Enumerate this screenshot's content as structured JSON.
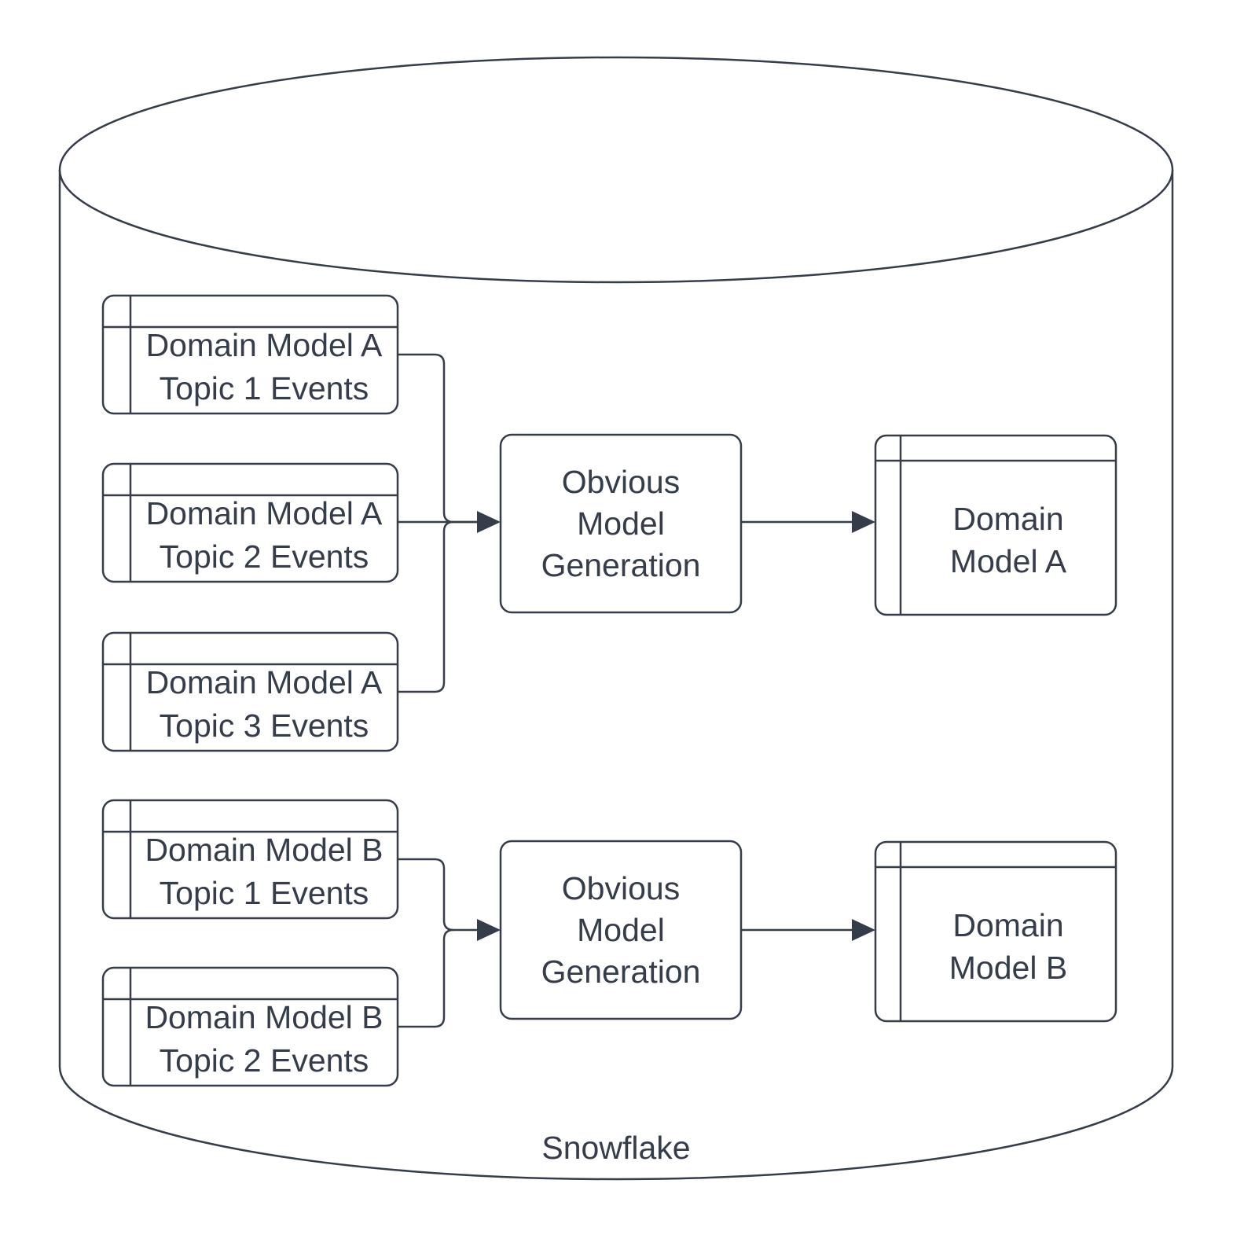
{
  "diagram": {
    "container_label": "Snowflake",
    "source_tables": [
      {
        "lines": [
          "Domain Model A",
          "Topic 1 Events"
        ]
      },
      {
        "lines": [
          "Domain Model A",
          "Topic 2 Events"
        ]
      },
      {
        "lines": [
          "Domain Model A",
          "Topic 3 Events"
        ]
      },
      {
        "lines": [
          "Domain Model B",
          "Topic 1 Events"
        ]
      },
      {
        "lines": [
          "Domain Model B",
          "Topic 2 Events"
        ]
      }
    ],
    "processes": [
      {
        "lines": [
          "Obvious",
          "Model",
          "Generation"
        ]
      },
      {
        "lines": [
          "Obvious",
          "Model",
          "Generation"
        ]
      }
    ],
    "output_tables": [
      {
        "lines": [
          "Domain",
          "Model A"
        ]
      },
      {
        "lines": [
          "Domain",
          "Model B"
        ]
      }
    ],
    "colors": {
      "stroke": "#353d4b",
      "background": "#ffffff"
    }
  }
}
